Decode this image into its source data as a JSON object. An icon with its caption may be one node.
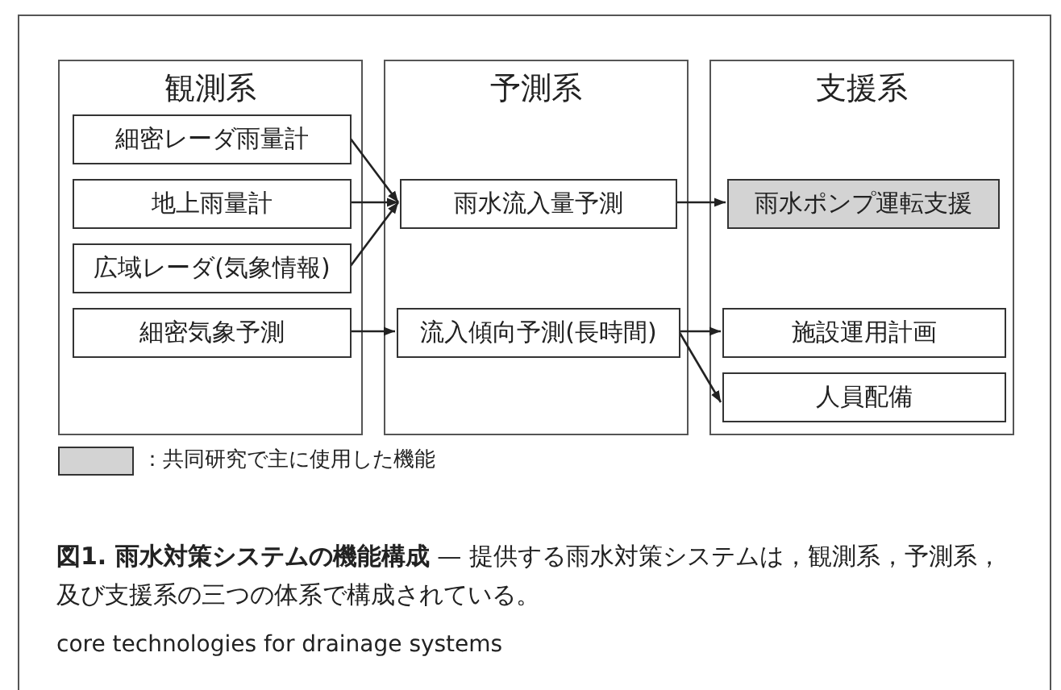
{
  "diagram": {
    "caption": "**図1. 雨水対策システムの機能構成** — 提供する雨水対策システムは，観測系，予測系，及び支援系の三つの体系で構成されている。",
    "nodes": [
      {
        "text": [
          "観測系"
        ]
      },
      {
        "text": [
          "細密レーダ雨量計"
        ],
        "in": 0
      },
      {
        "text": [
          "地上雨量計"
        ],
        "in": 0
      },
      {
        "text": [
          "広域レーダ(気象情報)"
        ],
        "in": 0
      },
      {
        "text": [
          "細密気象予測"
        ],
        "in": 0
      },
      {
        "text": [
          "予測系"
        ]
      },
      {
        "text": [
          "雨水流入量予測"
        ],
        "in": 5
      },
      {
        "text": [
          "流入傾向予測(長時間)"
        ],
        "in": 5
      },
      {
        "text": [
          "支援系"
        ]
      },
      {
        "text": [
          "雨水ポンプ運転支援"
        ],
        "in": 8
      },
      {
        "text": [
          "施設運用計画"
        ],
        "in": 8
      },
      {
        "text": [
          "人員配備"
        ],
        "in": 8
      }
    ],
    "edges": [
      {
        "from": 1,
        "to": 6,
        "arrow": "to"
      },
      {
        "from": 2,
        "to": 6,
        "arrow": "to"
      },
      {
        "from": 3,
        "to": 6,
        "arrow": "to"
      },
      {
        "from": 4,
        "to": 7,
        "arrow": "to"
      },
      {
        "from": 6,
        "to": 9,
        "arrow": "to"
      },
      {
        "from": 7,
        "to": 10,
        "arrow": "to"
      },
      {
        "from": 7,
        "to": 11,
        "arrow": "to"
      }
    ],
    "labels": [
      "core technologies for drainage systems"
    ],
    "legend": [
      {
        "text": "：共同研究で主に使用した機能",
        "color": "#d3d3d3"
      }
    ]
  }
}
